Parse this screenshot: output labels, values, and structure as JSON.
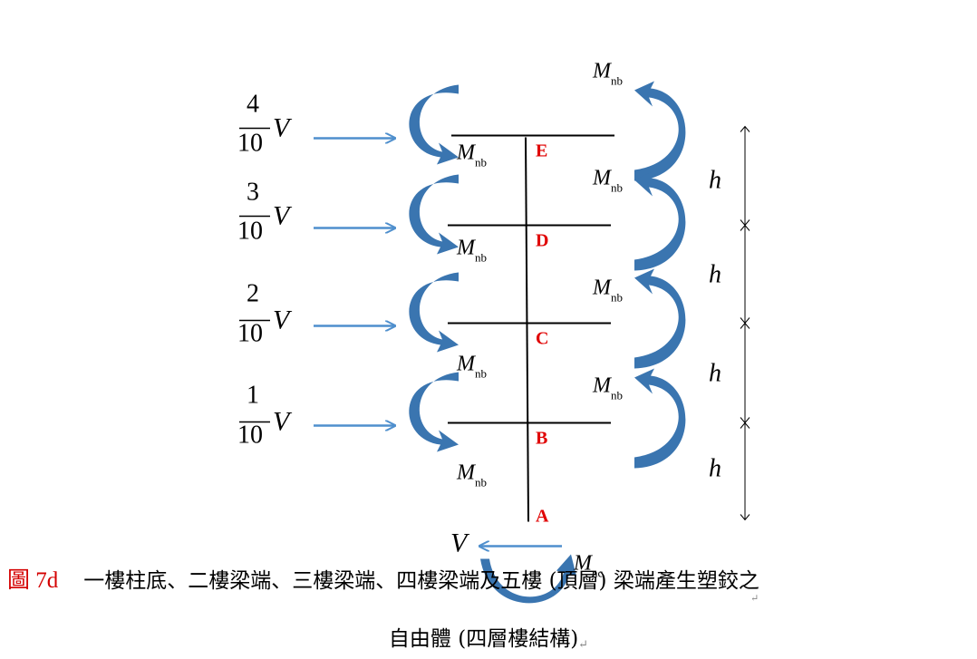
{
  "diagram": {
    "floors": [
      {
        "label": "E",
        "numerator": "4",
        "denominator": "10",
        "force": "V",
        "moment": "M",
        "moment_sub": "nb",
        "height": "h"
      },
      {
        "label": "D",
        "numerator": "3",
        "denominator": "10",
        "force": "V",
        "moment": "M",
        "moment_sub": "nb",
        "height": "h"
      },
      {
        "label": "C",
        "numerator": "2",
        "denominator": "10",
        "force": "V",
        "moment": "M",
        "moment_sub": "nb",
        "height": "h"
      },
      {
        "label": "B",
        "numerator": "1",
        "denominator": "10",
        "force": "V",
        "moment": "M",
        "moment_sub": "nb",
        "height": "h"
      }
    ],
    "base": {
      "label": "A",
      "force": "V",
      "moment": "M",
      "moment_sub": "nc"
    },
    "arrow_color": "#4f8fcd",
    "moment_arrow_color": "#3a75b0",
    "label_color": "#e00000",
    "line_color": "#000000"
  },
  "caption": {
    "figure_no": "圖 7d",
    "line1": "一樓柱底、二樓梁端、三樓梁端、四樓梁端及五樓 (頂層) 梁端產生塑鉸之",
    "line2": "自由體 (四層樓結構)",
    "return_mark": "↵"
  }
}
